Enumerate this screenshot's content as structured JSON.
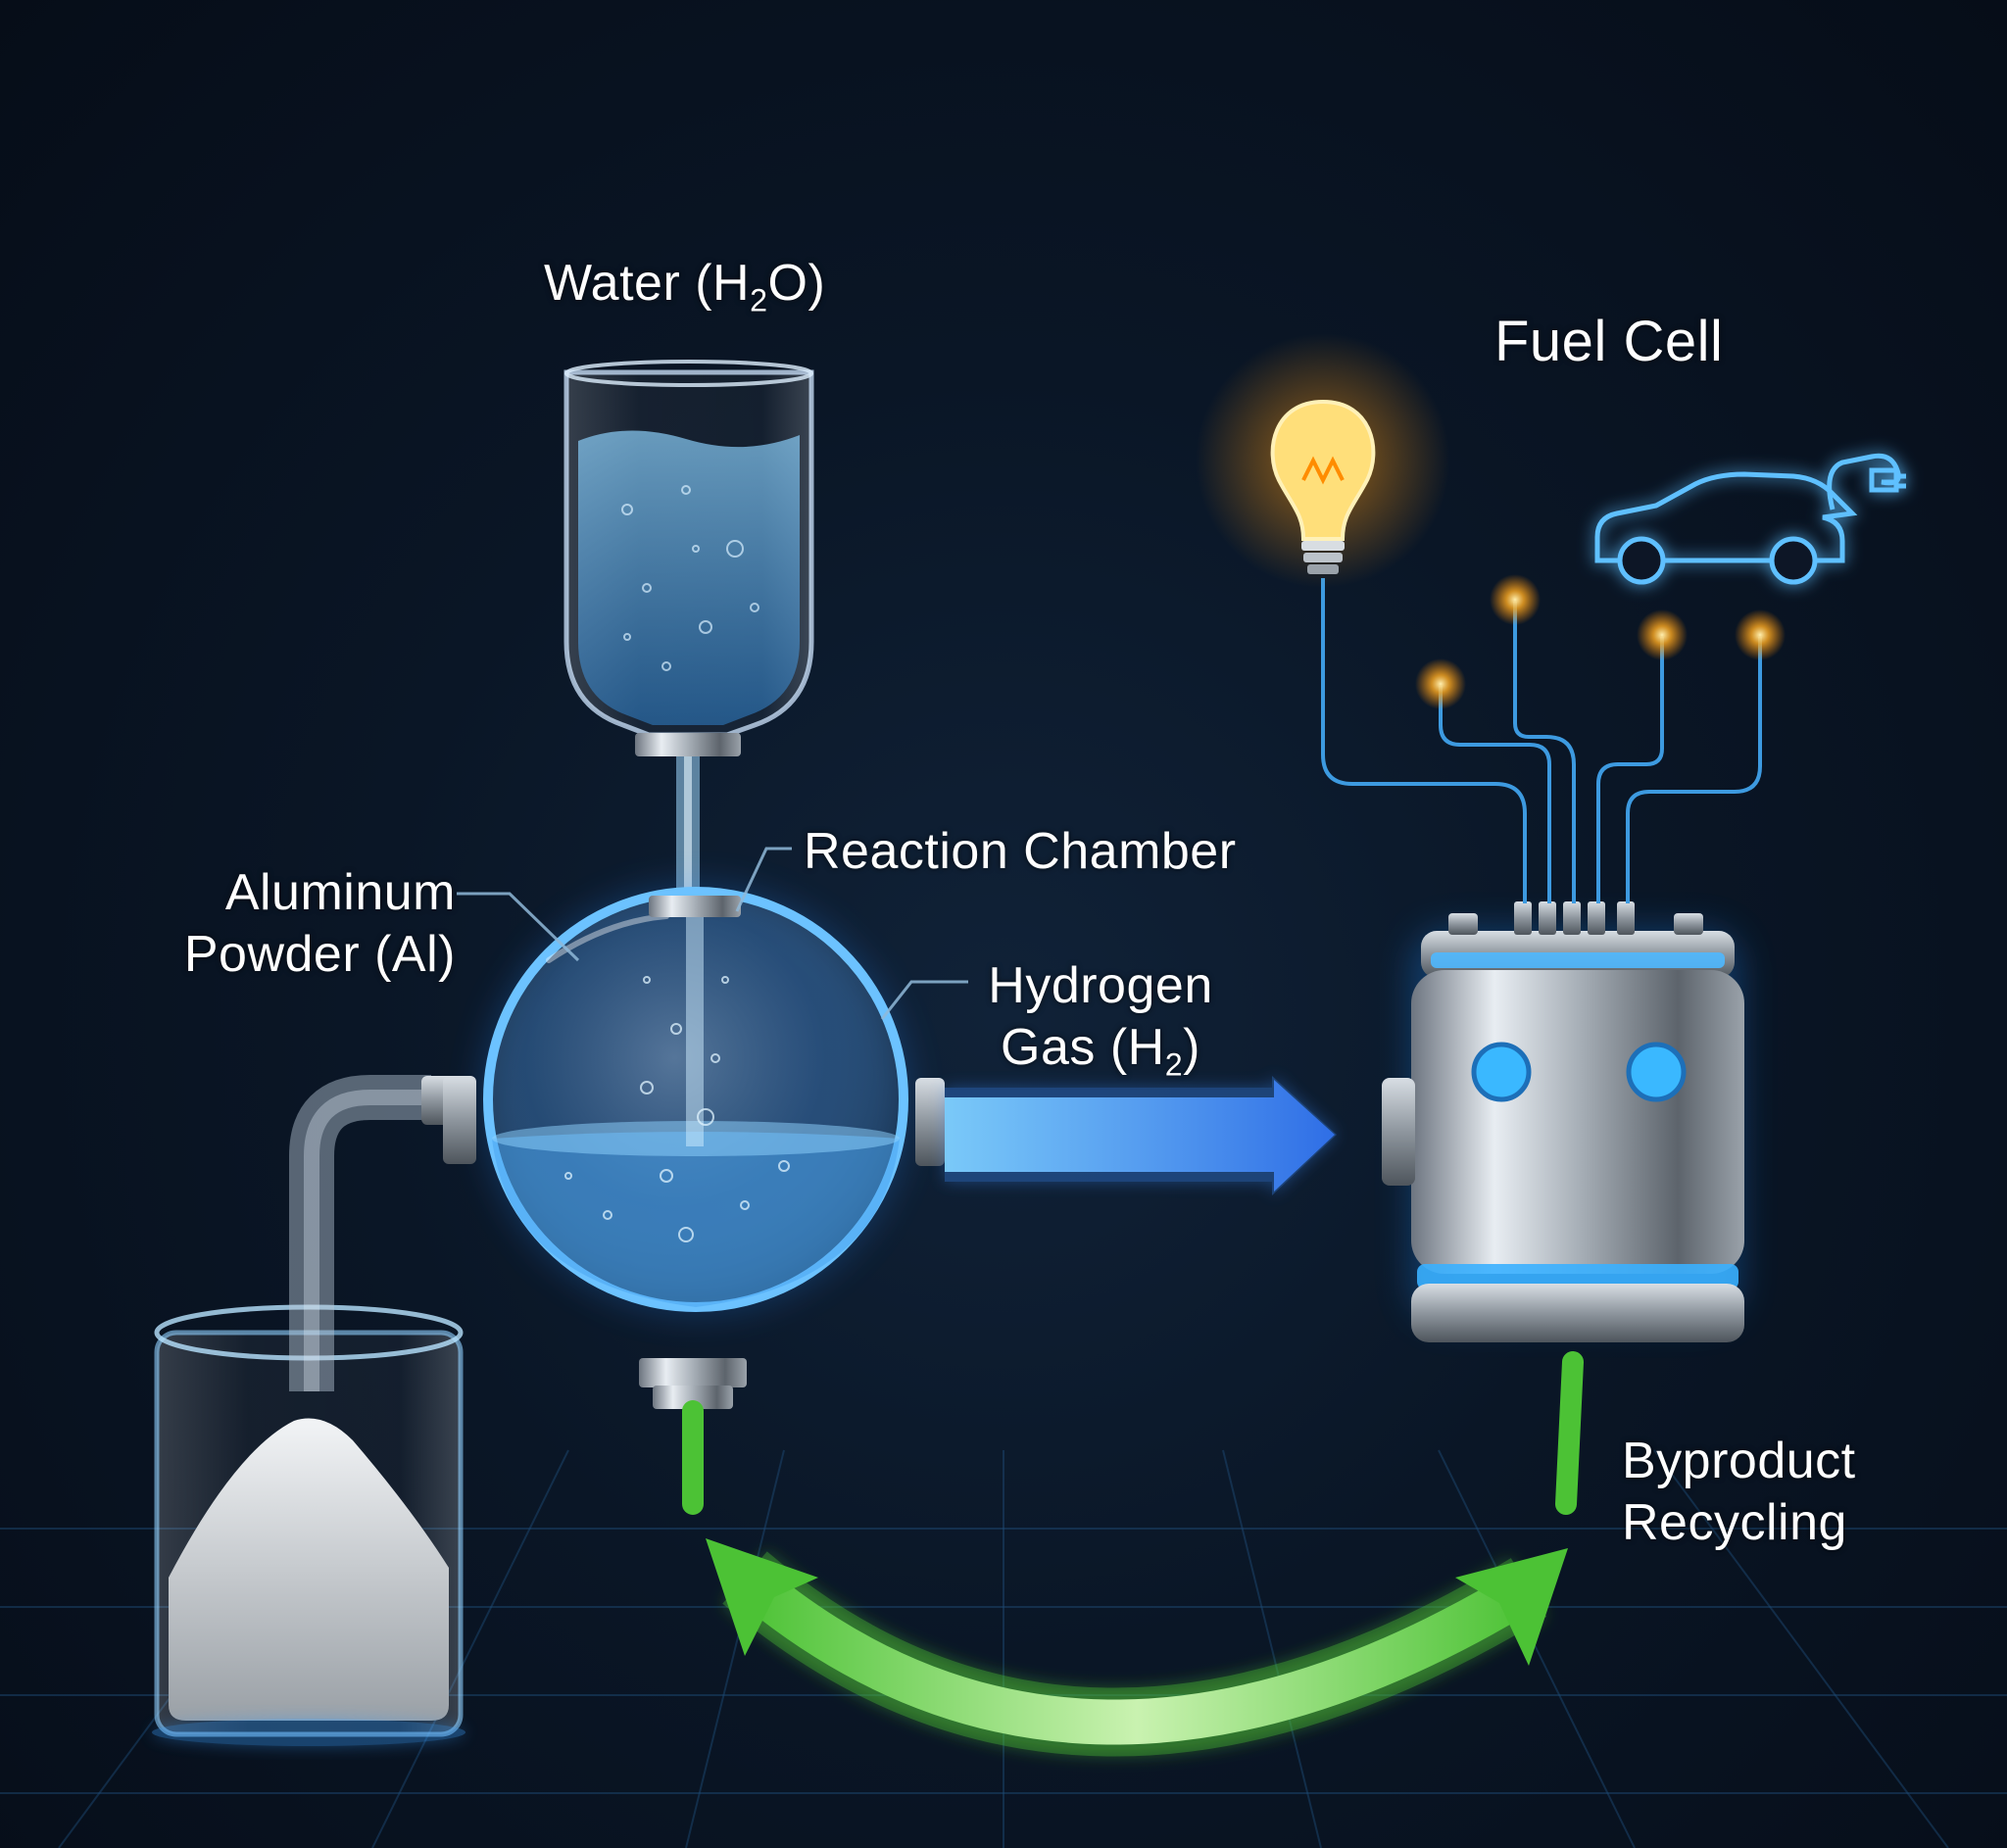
{
  "labels": {
    "water_main": "Water (H",
    "water_sub": "2",
    "water_end": "O)",
    "fuel_cell": "Fuel Cell",
    "reaction_chamber": "Reaction Chamber",
    "aluminum_line1": "Aluminum",
    "aluminum_line2": "Powder (Al)",
    "hydrogen_line1": "Hydrogen",
    "hydrogen_line2_main": "Gas (H",
    "hydrogen_line2_sub": "2",
    "hydrogen_line2_end": ")",
    "byproduct_line1": "Byproduct",
    "byproduct_line2": "Recycling"
  },
  "icons": [
    "light-bulb-icon",
    "electric-car-icon"
  ],
  "colors": {
    "background": "#07101c",
    "water": "#5fb8f0",
    "glow_blue": "#3aa0ff",
    "hydrogen_arrow": "#3d7bea",
    "recycle_green": "#52c93a",
    "bulb_glow": "#ffb020",
    "wire": "#3d9ae0"
  }
}
